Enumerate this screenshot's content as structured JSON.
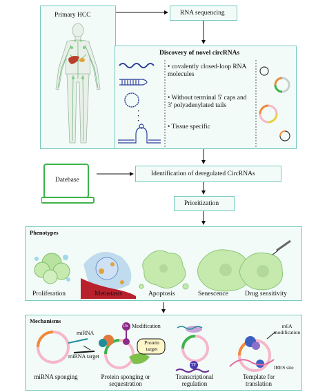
{
  "primary": {
    "title": "Primary HCC"
  },
  "rnaseq": {
    "title": "RNA sequencing"
  },
  "discovery": {
    "title": "Discovery of novel circRNAs",
    "bullets": [
      "• covalently closed-loop RNA molecules",
      "• Without terminal 5' caps and 3' polyadenylated tails",
      "• Tissue specific"
    ],
    "dots": "·\n·\n·"
  },
  "database": {
    "label": "Datebase"
  },
  "identification": {
    "title": "Identification of deregulated CircRNAs"
  },
  "prioritization": {
    "title": "Prioritization"
  },
  "phenotypes": {
    "title": "Phenotypes",
    "items": [
      "Proliferation",
      "Metastasis",
      "Apoptosis",
      "Senescence",
      "Drug sensitivity"
    ]
  },
  "mechanisms": {
    "title": "Mechanisms",
    "mirna_label": "miRNA",
    "mirna_target_label": "miRNA target",
    "ub_label": "Ub",
    "modification_label": "Modification",
    "protein_target_label": "Protein target",
    "tf_label": "TF",
    "m6a_label": "m6A modification",
    "ires_label": "IRES site",
    "captions": [
      "miRNA sponging",
      "Protein sponging or sequestration",
      "Transcriptional regulation",
      "Template for translation"
    ]
  },
  "colors": {
    "panel_fill": "#f2fbf8",
    "panel_border": "#74c9bd",
    "accent_green": "#3cb34a",
    "ring_orange": "#ef8a3c",
    "ring_pink": "#f5b7c9"
  }
}
